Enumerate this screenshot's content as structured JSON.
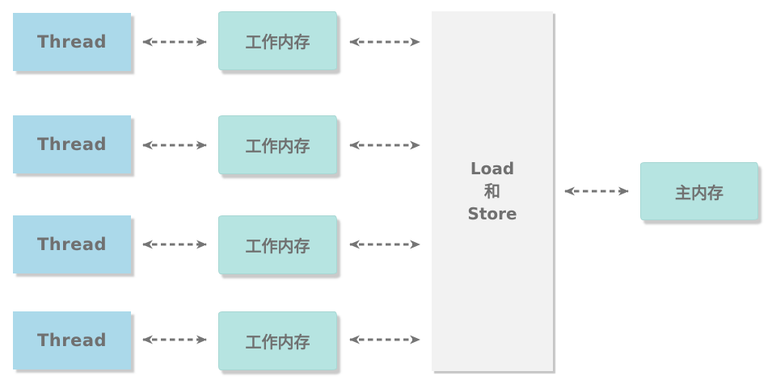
{
  "colors": {
    "background": "#ffffff",
    "thread_fill": "#abd9ea",
    "memory_fill": "#b6e4e1",
    "loadstore_fill": "#f2f2f2",
    "label_text": "#707070",
    "arrow": "#757575"
  },
  "rows": [
    {
      "thread_label": "Thread",
      "working_memory_label": "工作内存"
    },
    {
      "thread_label": "Thread",
      "working_memory_label": "工作内存"
    },
    {
      "thread_label": "Thread",
      "working_memory_label": "工作内存"
    },
    {
      "thread_label": "Thread",
      "working_memory_label": "工作内存"
    }
  ],
  "load_store": {
    "line1": "Load",
    "line2": "和",
    "line3": "Store"
  },
  "main_memory_label": "主内存"
}
